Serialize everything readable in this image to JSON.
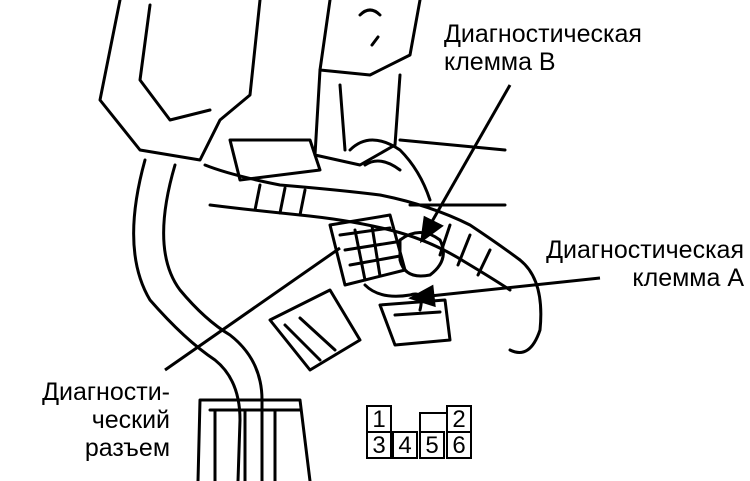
{
  "labels": {
    "terminal_b": [
      "Диагностическая",
      "клемма В"
    ],
    "terminal_a": [
      "Диагностическая",
      "клемма А"
    ],
    "connector": [
      "Диагности-",
      "ческий",
      "разъем"
    ]
  },
  "connector_pins": {
    "top_row": [
      "1",
      "2"
    ],
    "bottom_row": [
      "3",
      "4",
      "5",
      "6"
    ]
  },
  "colors": {
    "ink": "#000000",
    "paper": "#ffffff"
  }
}
